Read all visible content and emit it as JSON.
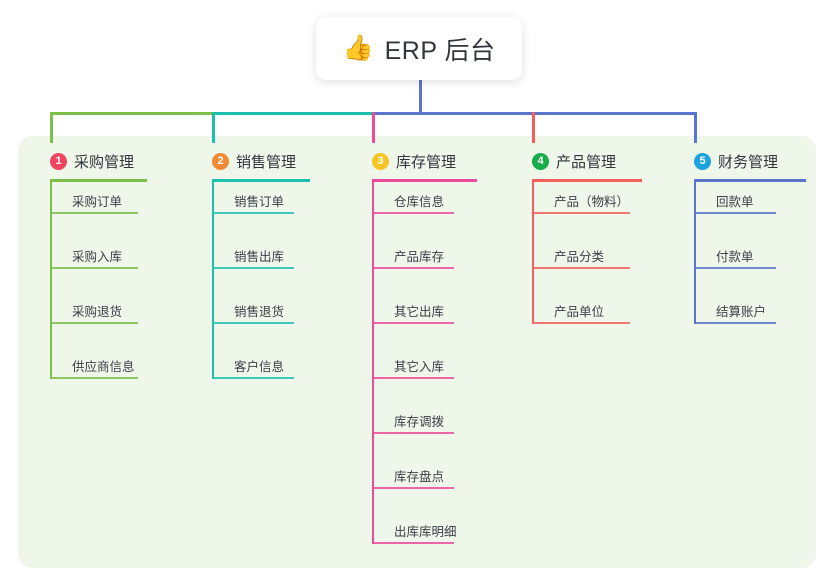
{
  "diagram": {
    "type": "mindmap-tree",
    "background_color": "#ffffff",
    "panel_color": "#eef7ea",
    "root": {
      "icon": "thumbs-up-icon",
      "icon_glyph": "👍",
      "label": "ERP 后台"
    },
    "branches": [
      {
        "number": "1",
        "label": "采购管理",
        "badge_color": "#f0455e",
        "line_color": "#7cc04a",
        "leaves": [
          "采购订单",
          "采购入库",
          "采购退货",
          "供应商信息"
        ]
      },
      {
        "number": "2",
        "label": "销售管理",
        "badge_color": "#f08a33",
        "line_color": "#1fbfae",
        "leaves": [
          "销售订单",
          "销售出库",
          "销售退货",
          "客户信息"
        ]
      },
      {
        "number": "3",
        "label": "库存管理",
        "badge_color": "#f5c524",
        "line_color": "#ea4b9b",
        "leaves": [
          "仓库信息",
          "产品库存",
          "其它出库",
          "其它入库",
          "库存调拨",
          "库存盘点",
          "出库库明细"
        ]
      },
      {
        "number": "4",
        "label": "产品管理",
        "badge_color": "#1aab4b",
        "line_color": "#f2605c",
        "leaves": [
          "产品（物料）",
          "产品分类",
          "产品单位"
        ]
      },
      {
        "number": "5",
        "label": "财务管理",
        "badge_color": "#1ba3e0",
        "line_color": "#5b74cd",
        "leaves": [
          "回款单",
          "付款单",
          "结算账户"
        ]
      }
    ]
  }
}
